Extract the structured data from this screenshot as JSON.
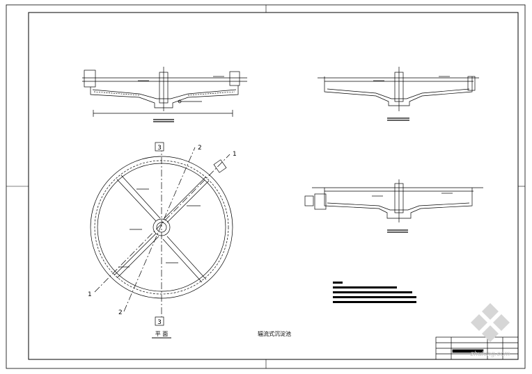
{
  "drawing": {
    "plan_title": "平 面",
    "main_title": "辐流式沉淀池",
    "section_marks": {
      "top_3": "3",
      "bottom_3": "3",
      "upper_2": "2",
      "lower_2": "2",
      "upper_1": "1",
      "lower_1": "1"
    }
  },
  "watermark": {
    "text": "zhulong.com"
  }
}
